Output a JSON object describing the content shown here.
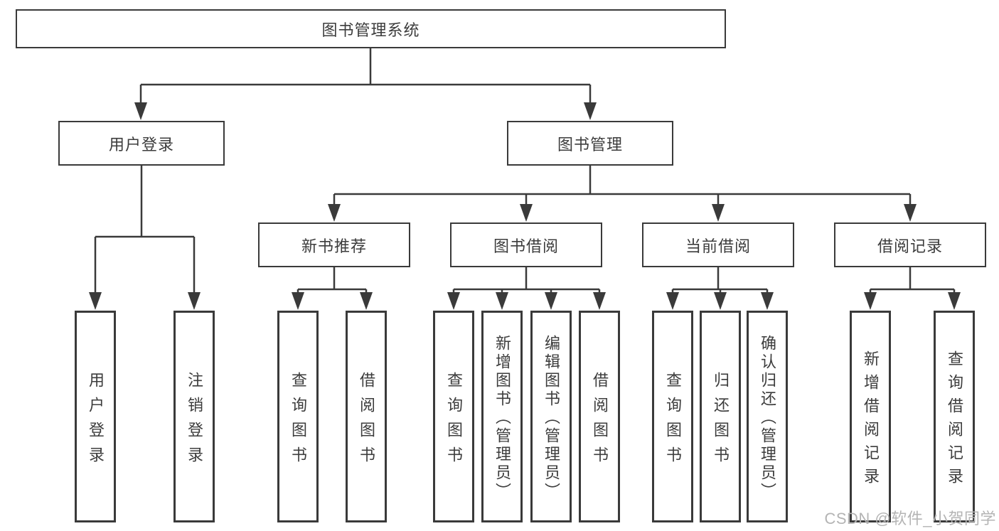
{
  "diagram_type": "hierarchy-tree",
  "colors": {
    "line": "#3a3a3a",
    "box_border": "#3a3a3a",
    "text": "#3c3c3c",
    "background": "#ffffff",
    "watermark": "#b4b4b4"
  },
  "tree": {
    "root": "图书管理系统",
    "children": [
      {
        "label": "用户登录",
        "children": [
          {
            "label": "用户登录"
          },
          {
            "label": "注销登录"
          }
        ]
      },
      {
        "label": "图书管理",
        "children": [
          {
            "label": "新书推荐",
            "children": [
              {
                "label": "查询图书"
              },
              {
                "label": "借阅图书"
              }
            ]
          },
          {
            "label": "图书借阅",
            "children": [
              {
                "label": "查询图书"
              },
              {
                "label": "新增图书（管理员）"
              },
              {
                "label": "编辑图书（管理员）"
              },
              {
                "label": "借阅图书"
              }
            ]
          },
          {
            "label": "当前借阅",
            "children": [
              {
                "label": "查询图书"
              },
              {
                "label": "归还图书"
              },
              {
                "label": "确认归还（管理员）"
              }
            ]
          },
          {
            "label": "借阅记录",
            "children": [
              {
                "label": "新增借阅记录"
              },
              {
                "label": "查询借阅记录"
              }
            ]
          }
        ]
      }
    ]
  },
  "watermark": {
    "text": "CSDN @软件_小贺同学"
  }
}
